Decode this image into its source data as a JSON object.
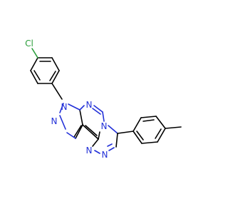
{
  "molecule": {
    "atoms": {
      "cl": "Cl",
      "n_pyrazole_1": "N",
      "n_pyrazole_2": "N",
      "n_pyrimidine": "N",
      "n_bridge": "N",
      "n_triazole_1": "N",
      "n_triazole_2": "N"
    },
    "colors": {
      "bond": "#000000",
      "nitrogen": "#2230d8",
      "chlorine": "#2a9d3a",
      "background": "#ffffff"
    }
  }
}
